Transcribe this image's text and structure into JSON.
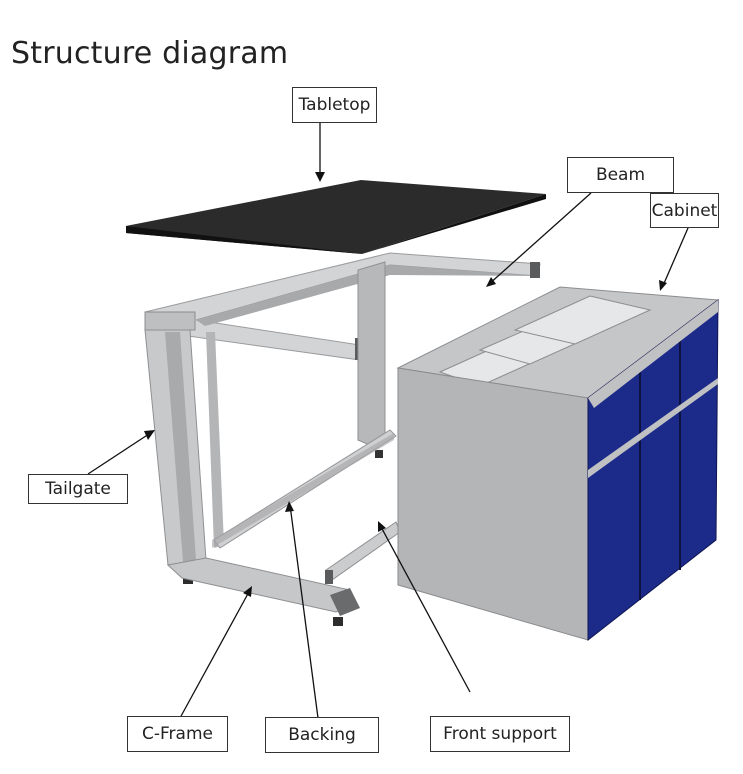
{
  "title": "Structure diagram",
  "labels": {
    "tabletop": "Tabletop",
    "beam": "Beam",
    "cabinet": "Cabinet",
    "tailgate": "Tailgate",
    "c_frame": "C-Frame",
    "backing": "Backing",
    "front_support": "Front support"
  },
  "colors": {
    "tabletop": "#2b2b2b",
    "frame": "#c9cacc",
    "cabinet_body": "#b9babc",
    "cabinet_door": "#1c2a8a"
  }
}
